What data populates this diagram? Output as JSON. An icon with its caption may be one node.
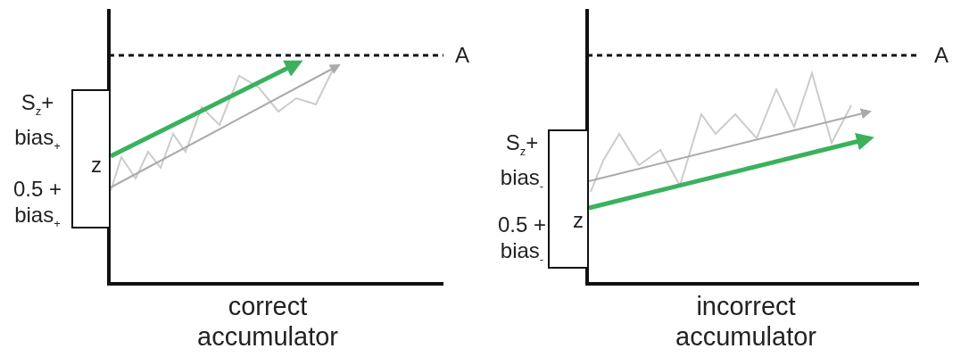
{
  "diagram": {
    "nodes": [
      {
        "text": [
          "z"
        ],
        "beside": [
          "S$_{z}$+ bias$_{+}$",
          "0.5 + bias$_{+}$"
        ]
      },
      {
        "text": [
          "z"
        ],
        "beside": [
          "S$_{z}$+ bias$_{-}$",
          "0.5 + bias$_{-}$"
        ]
      }
    ],
    "edges": [],
    "labels": [
      "A",
      "correct accumulator",
      "A",
      "incorrect accumulator"
    ]
  }
}
